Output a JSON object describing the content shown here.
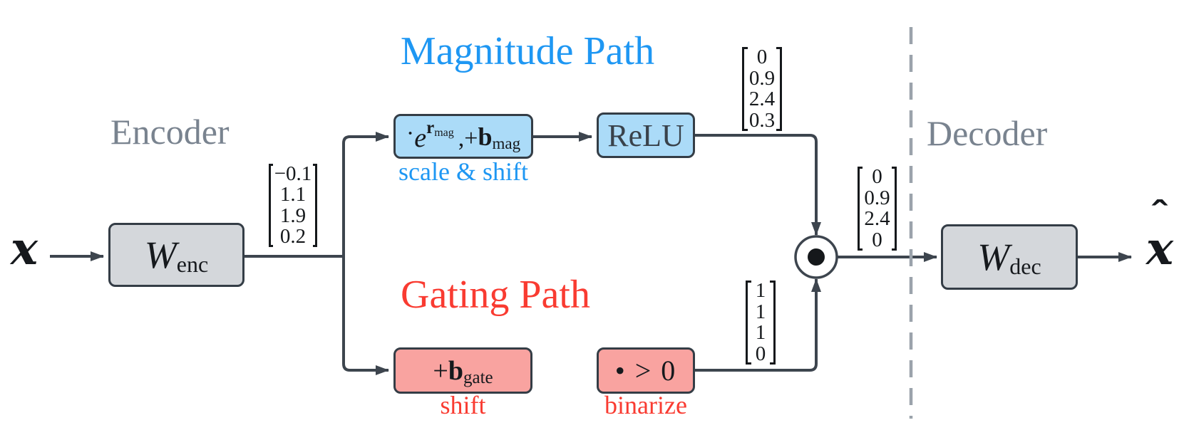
{
  "colors": {
    "accent_blue": "#1e97f3",
    "accent_red": "#f93b31",
    "blue_fill": "#abdbf8",
    "pink_fill": "#f9a3a0",
    "gray_fill": "#d4d7db",
    "line": "#3d454e",
    "muted_label": "#79838f",
    "divider": "#9ba3ab",
    "text": "#16191d"
  },
  "input": {
    "symbol": "x"
  },
  "encoder": {
    "label": "Encoder",
    "weight": "W",
    "weight_sub": "enc",
    "activations": [
      "−0.1",
      "1.1",
      "1.9",
      "0.2"
    ]
  },
  "magnitude_path": {
    "title": "Magnitude Path",
    "scale_box": {
      "dot": "·",
      "base": "e",
      "exp": "r",
      "exp_sub": "mag",
      "mid": ",+",
      "bias": "b",
      "bias_sub": "mag"
    },
    "caption": "scale & shift",
    "relu": "ReLU",
    "output": [
      "0",
      "0.9",
      "2.4",
      "0.3"
    ]
  },
  "gating_path": {
    "title": "Gating Path",
    "shift_box": {
      "plus": "+",
      "bias": "b",
      "bias_sub": "gate"
    },
    "shift_caption": "shift",
    "binarize_box": "• > 0",
    "binarize_caption": "binarize",
    "output": [
      "1",
      "1",
      "1",
      "0"
    ]
  },
  "product": {
    "output": [
      "0",
      "0.9",
      "2.4",
      "0"
    ]
  },
  "decoder": {
    "label": "Decoder",
    "weight": "W",
    "weight_sub": "dec"
  },
  "output": {
    "symbol": "x",
    "hat": "ˆ"
  }
}
